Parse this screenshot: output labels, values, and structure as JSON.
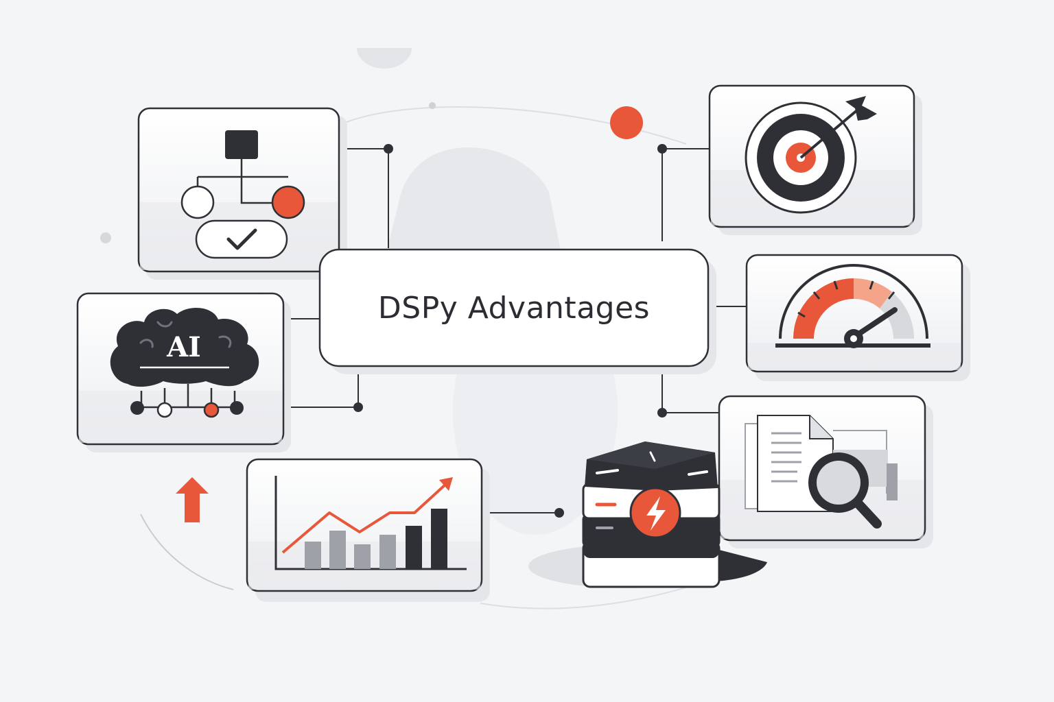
{
  "title": "DSPy Advantages",
  "ai_label": "AI",
  "colors": {
    "accent": "#e8573a",
    "dark": "#2e3036",
    "frame": "#2f3136",
    "panel": "#ffffff",
    "panel_shade": "#e9eaed",
    "background": "#f4f5f7",
    "muted": "#9ea1a8"
  },
  "panels": [
    {
      "id": "workflow",
      "icon": "flowchart-check-icon"
    },
    {
      "id": "ai",
      "icon": "ai-brain-network-icon"
    },
    {
      "id": "growth",
      "icon": "growth-chart-icon"
    },
    {
      "id": "target",
      "icon": "target-arrow-icon"
    },
    {
      "id": "speed",
      "icon": "speedometer-gauge-icon"
    },
    {
      "id": "search",
      "icon": "document-search-icon"
    },
    {
      "id": "server",
      "icon": "server-bolt-icon"
    }
  ]
}
